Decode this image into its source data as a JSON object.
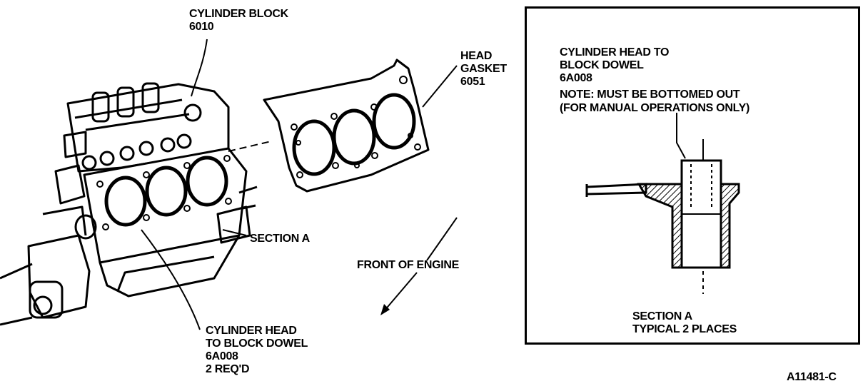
{
  "labels": {
    "cylinder_block": [
      "CYLINDER BLOCK",
      "6010"
    ],
    "head_gasket": [
      "HEAD",
      "GASKET",
      "6051"
    ],
    "section_a": "SECTION A",
    "front_of_engine": "FRONT OF ENGINE",
    "dowel_callout": [
      "CYLINDER HEAD",
      "TO BLOCK DOWEL",
      "6A008",
      "2 REQ'D"
    ]
  },
  "inset": {
    "callout": [
      "CYLINDER HEAD TO",
      "BLOCK DOWEL",
      "6A008",
      "NOTE: MUST BE BOTTOMED OUT",
      "(FOR MANUAL OPERATIONS ONLY)"
    ],
    "caption": [
      "SECTION A",
      "TYPICAL 2 PLACES"
    ]
  },
  "figure_id": "A11481-C"
}
